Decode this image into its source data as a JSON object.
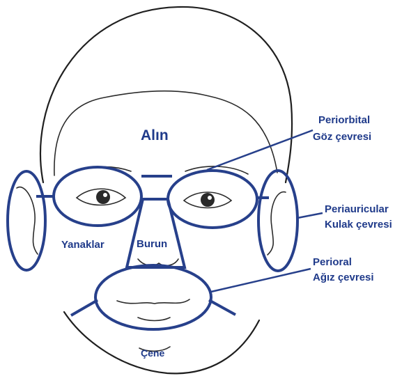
{
  "labels": {
    "forehead": "Alın",
    "periorbital_line1": "Periorbital",
    "periorbital_line2": "Göz çevresi",
    "periauricular_line1": "Periauricular",
    "periauricular_line2": "Kulak çevresi",
    "cheeks": "Yanaklar",
    "nose": "Burun",
    "perioral_line1": "Perioral",
    "perioral_line2": "Ağız çevresi",
    "chin": "Çene"
  },
  "colors": {
    "zone_outline": "#27408b",
    "label_text": "#1f3a8a",
    "line_art": "#1f1f1f"
  }
}
